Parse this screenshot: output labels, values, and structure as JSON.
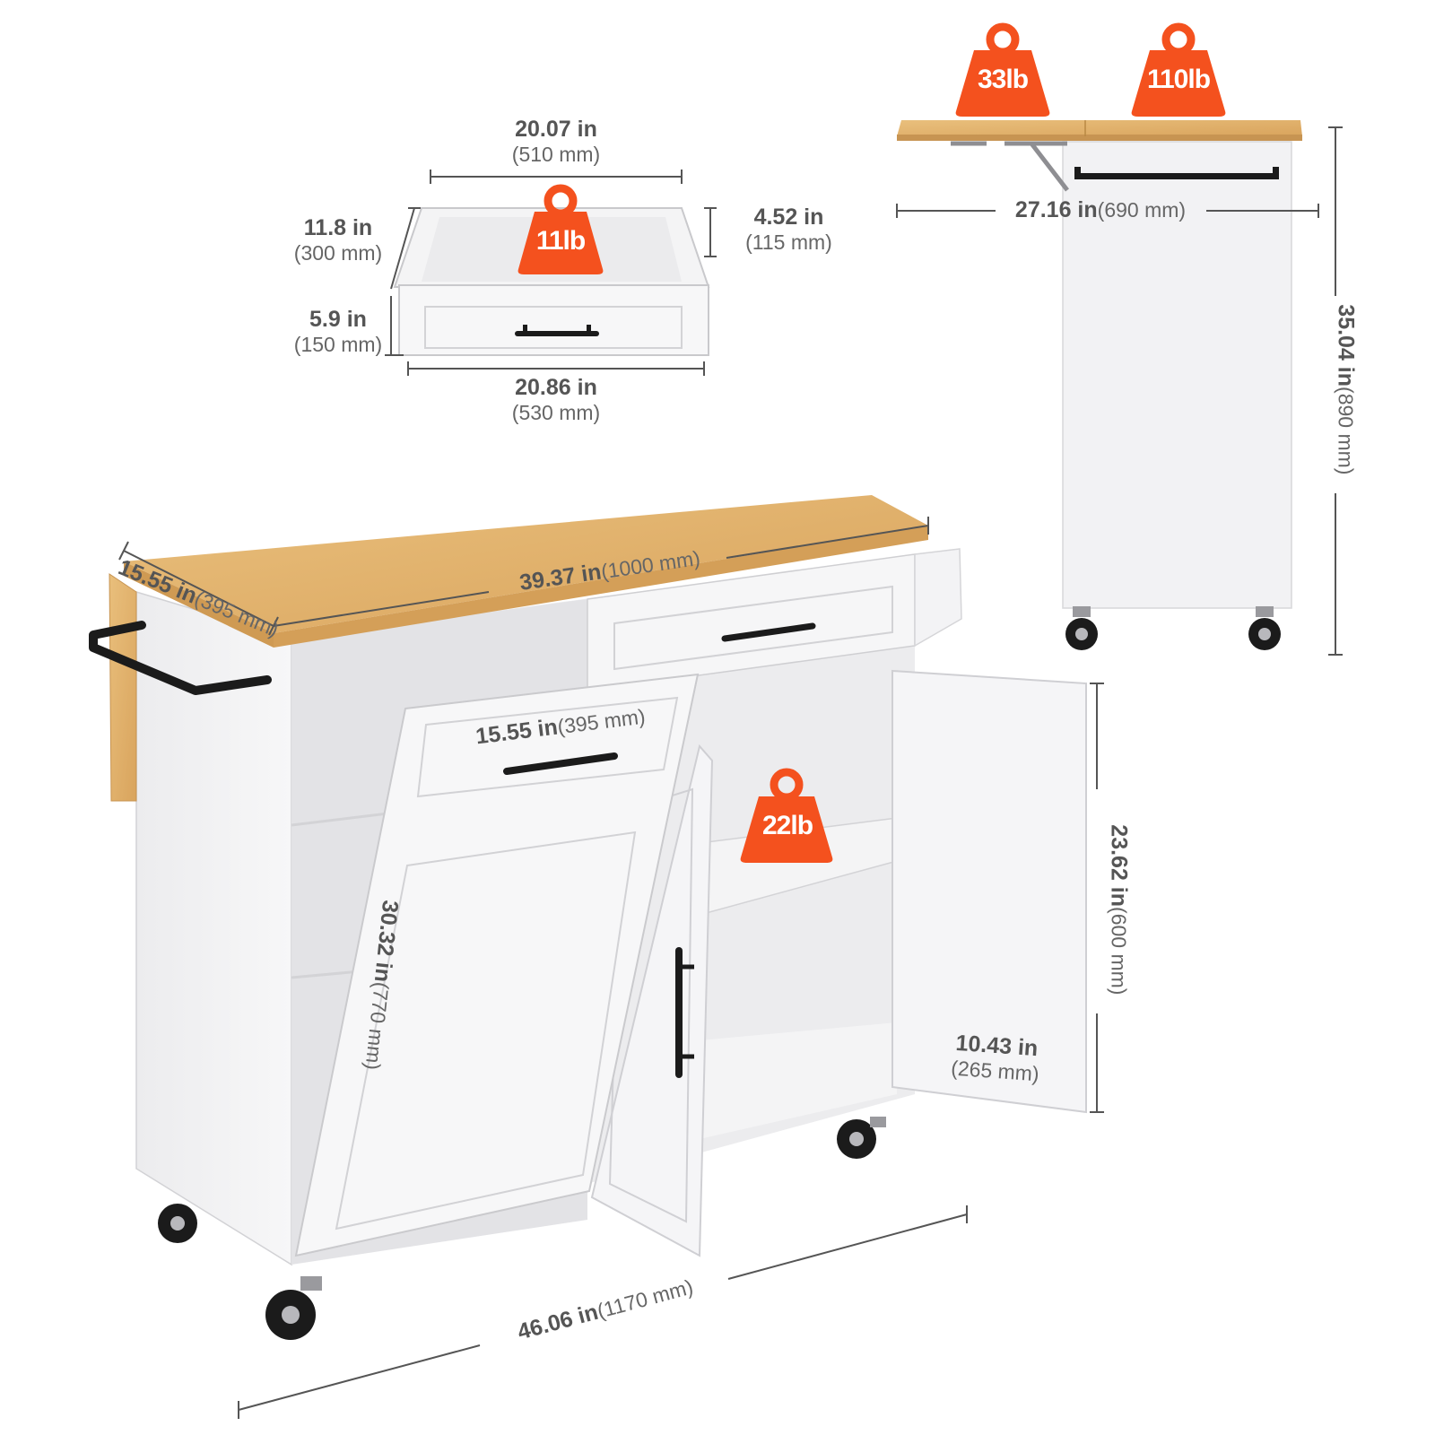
{
  "colors": {
    "badge": "#f4511e",
    "cabinet": "#f1f1f3",
    "cabinet_shadow": "#dcdcdf",
    "wood": "#e2b06a",
    "handle": "#1b1b1b",
    "dimension_line": "#555555",
    "dimension_text": "#5a5a5a"
  },
  "icons": {
    "weight_badge": "weight-icon",
    "caster": "caster-wheel-icon",
    "handle": "bar-handle-icon"
  },
  "weights": {
    "drawer": "11lb",
    "shelf": "22lb",
    "leaf": "33lb",
    "top": "110lb"
  },
  "drawer_dims": {
    "width_top": {
      "in": "20.07 in",
      "mm": "(510 mm)"
    },
    "depth": {
      "in": "11.8 in",
      "mm": "(300 mm)"
    },
    "inner_height": {
      "in": "4.52 in",
      "mm": "(115 mm)"
    },
    "front_height": {
      "in": "5.9 in",
      "mm": "(150 mm)"
    },
    "width_bottom": {
      "in": "20.86 in",
      "mm": "(530 mm)"
    }
  },
  "side_dims": {
    "top_width": {
      "in": "27.16 in",
      "mm": "(690 mm)"
    },
    "height": {
      "in": "35.04 in",
      "mm": "(890 mm)"
    }
  },
  "main_dims": {
    "depth": {
      "in": "15.55 in",
      "mm": "(395 mm)"
    },
    "top_width": {
      "in": "39.37 in",
      "mm": "(1000 mm)"
    },
    "trash_width": {
      "in": "15.55 in",
      "mm": "(395 mm)"
    },
    "trash_height": {
      "in": "30.32 in",
      "mm": "(770 mm)"
    },
    "door_height": {
      "in": "23.62 in",
      "mm": "(600 mm)"
    },
    "door_width": {
      "in": "10.43 in",
      "mm": "(265 mm)"
    },
    "total_width": {
      "in": "46.06 in",
      "mm": "(1170 mm)"
    }
  }
}
